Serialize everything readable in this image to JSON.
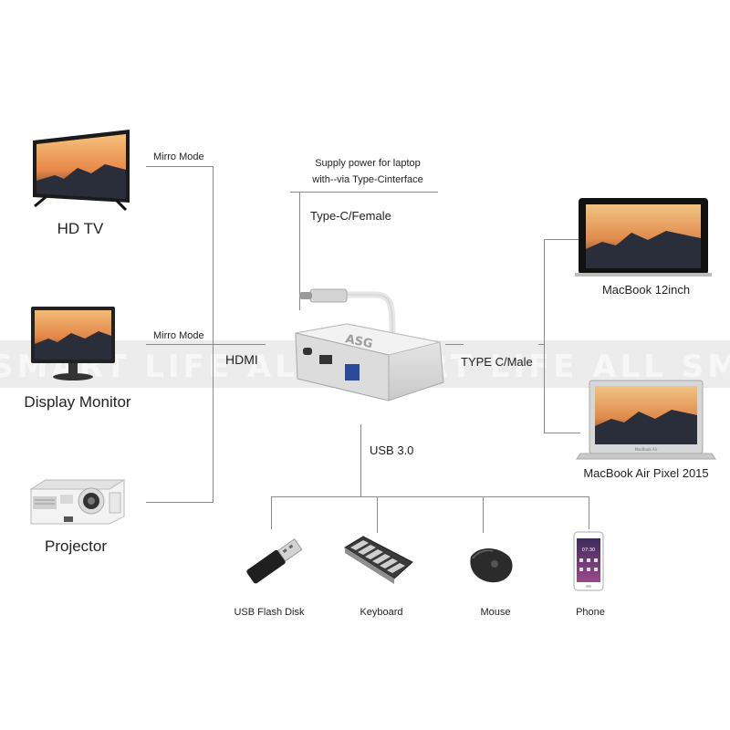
{
  "watermark": "SMART LIFE ALL SMART LIFE ALL SMART LIFE ALL SMART LIFE",
  "hub": {
    "logo_text": "ASG"
  },
  "left_devices": [
    {
      "label": "HD TV",
      "mode": "Mirro Mode"
    },
    {
      "label": "Display Monitor",
      "mode": "Mirro Mode"
    },
    {
      "label": "Projector"
    }
  ],
  "left_port": "HDMI",
  "top": {
    "note_line1": "Supply power for laptop",
    "note_line2": "with--via Type-Cinterface",
    "port": "Type-C/Female"
  },
  "right_port": "TYPE C/Male",
  "right_devices": [
    {
      "label": "MacBook 12inch"
    },
    {
      "label": "MacBook Air Pixel 2015",
      "screen_brand": "MacBook Air"
    }
  ],
  "bottom_port": "USB 3.0",
  "usb_devices": [
    {
      "label": "USB Flash Disk"
    },
    {
      "label": "Keyboard"
    },
    {
      "label": "Mouse"
    },
    {
      "label": "Phone"
    }
  ],
  "phone_screen": {
    "time": "07:30"
  },
  "colors": {
    "line": "#8a8a8a",
    "hub": "#d9d9d9",
    "screen_sky": "#e89a4c",
    "screen_city": "#2a2d3a"
  }
}
